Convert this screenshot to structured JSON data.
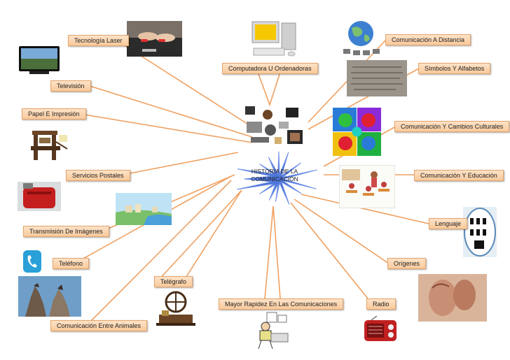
{
  "center": {
    "line1": "HISTORIA DE LA",
    "line2": "COMUNICACIÓN"
  },
  "nodes": {
    "tecnologia_laser": "Tecnología Laser",
    "television": "Televisión",
    "papel_impresion": "Papel E Impresión",
    "servicios_postales": "Servicios Postales",
    "transmision_imagenes": "Transmisión De Imágenes",
    "telefono": "Teléfono",
    "comunicacion_animales": "Comunicación Entre Animales",
    "telegrafo": "Telégrafo",
    "computadora": "Computadora U Ordenadoras",
    "mayor_rapidez": "Mayor Rapidez En Las Comunicaciones",
    "radio": "Radio",
    "origenes": "Orígenes",
    "lenguaje": "Lenguaje",
    "comunicacion_educacion": "Comunicación Y Educación",
    "cambios_culturales": "Comunicación Y Cambios Culturales",
    "simbolos_alfabetos": "Símbolos Y Alfabetos",
    "comunicacion_distancia": "Comunicación A Distancia"
  },
  "colors": {
    "node_fill": "#f9c99b",
    "node_border": "#e8a56a",
    "connector": "#f0a060",
    "burst": "#4d74d8"
  },
  "icons": {
    "laser": "laser-hands-photo",
    "tv": "television-icon",
    "press": "printing-press-icon",
    "mailbox": "mailbox-icon",
    "landscape": "landscape-illustration",
    "phone": "phone-icon",
    "wolves": "howling-wolves-photo",
    "telegraph": "telegraph-machine-icon",
    "computer": "computer-icon",
    "globe": "globe-network-icon",
    "stone": "stone-tablet-photo",
    "heads": "colorful-heads-illustration",
    "classroom": "classroom-illustration",
    "signs": "sign-language-icon",
    "cave": "cave-painting-photo",
    "radio": "radio-icon",
    "worker": "office-worker-illustration",
    "collage": "media-collage-illustration"
  }
}
